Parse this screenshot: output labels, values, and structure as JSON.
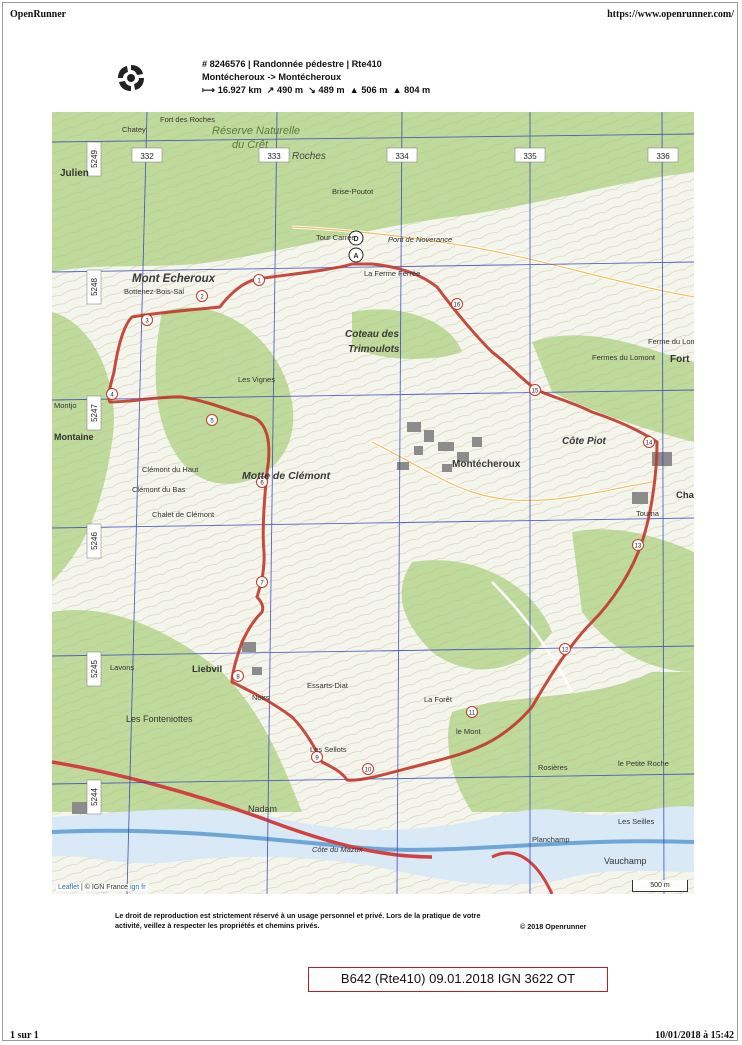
{
  "header": {
    "left": "OpenRunner",
    "right": "https://www.openrunner.com/"
  },
  "route": {
    "title": "# 8246576 | Randonnée pédestre | Rte410",
    "subtitle": "Montécheroux -> Montécheroux",
    "stats": [
      "16.927 km",
      "490 m",
      "489 m",
      "506 m",
      "804 m"
    ]
  },
  "map": {
    "grid_top": [
      "332",
      "333",
      "334",
      "335",
      "336"
    ],
    "grid_left": [
      "5249",
      "5248",
      "5247",
      "5246",
      "5245",
      "5244"
    ],
    "places_bold": [
      "Mont Echeroux",
      "Coteau des",
      "Trimoulots",
      "Motte de Clémont",
      "Montécheroux",
      "Côte Piot",
      "Réserve Naturelle",
      "du Crêt",
      "Roches"
    ],
    "places": [
      "Chatey",
      "Fort des Roches",
      "Julien",
      "Brise-Poutot",
      "Tour Carrée",
      "Pont de Noverance",
      "La Ferme Ferrée",
      "Bottenez-Bois-Sal",
      "Ferme du Lomont",
      "Fermes du Lomont",
      "Fort",
      "Les Vignes",
      "Clémont du Haut",
      "Clémont du Bas",
      "Chalet de Clémont",
      "Liebvil",
      "Noirs",
      "Essarts-Diat",
      "La Forêt",
      "le Mont",
      "Rosières",
      "le Petite Roche",
      "Les Sellots",
      "Les Fonteniottes",
      "Nadam",
      "Côte du Mazux",
      "Planchamp",
      "Les Seilles",
      "Vauchamp",
      "Chan",
      "Tourna",
      "Montjo",
      "Montaine",
      "Lavons"
    ],
    "markers_start": [
      "D",
      "A"
    ],
    "km_markers": [
      "1",
      "2",
      "3",
      "4",
      "5",
      "6",
      "7",
      "8",
      "9",
      "10",
      "11",
      "12",
      "13",
      "14",
      "15",
      "16"
    ],
    "route_color": "#c0392b",
    "grid_color": "#2f3fb8",
    "forest_color": "#bfdb9c",
    "field_color": "#f4f6ee",
    "attribution_prefix": "Leaflet",
    "attribution_text": "| © IGN France",
    "attribution_suffix": "ign fr",
    "scale_label": "500 m"
  },
  "notice": "Le droit de reproduction est strictement réservé à un usage personnel et privé. Lors de la pratique de votre activité, veillez à respecter les propriétés et chemins privés.",
  "copyright": "© 2018 Openrunner",
  "stamp": "B642  (Rte410)  09.01.2018   IGN 3622 OT",
  "footer": {
    "left": "1 sur 1",
    "right": "10/01/2018 à 15:42"
  }
}
